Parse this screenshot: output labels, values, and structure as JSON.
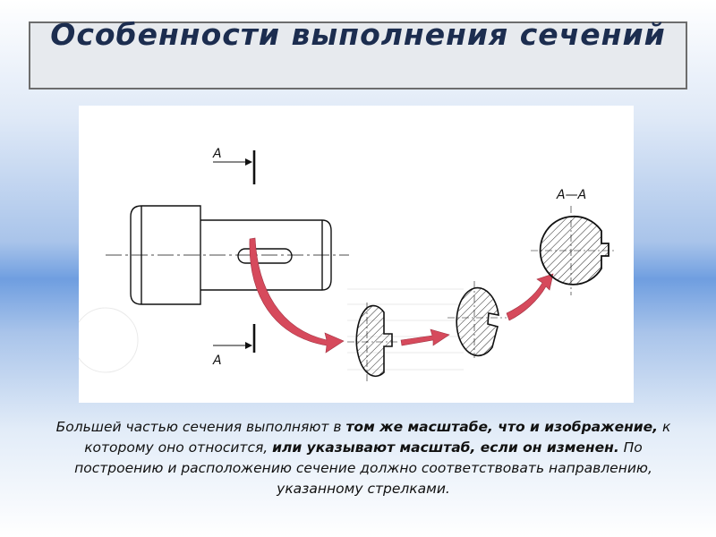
{
  "title": "Особенности выполнения сечений",
  "diagram": {
    "label_a_top": "А",
    "label_a_bottom": "А",
    "label_section": "А—А"
  },
  "caption": {
    "p1": "Большей частью сечения выполняют в ",
    "b1": "том же масштабе, что и изображение,",
    "p2": " к которому оно относится, ",
    "b2": "или указывают масштаб, если он изменен.",
    "p3": " По построению и расположению сечение должно соответствовать направлению, указанному стрелками."
  },
  "colors": {
    "arrow": "#d64a5c",
    "line": "#111111",
    "title": "#1c2d4f"
  }
}
